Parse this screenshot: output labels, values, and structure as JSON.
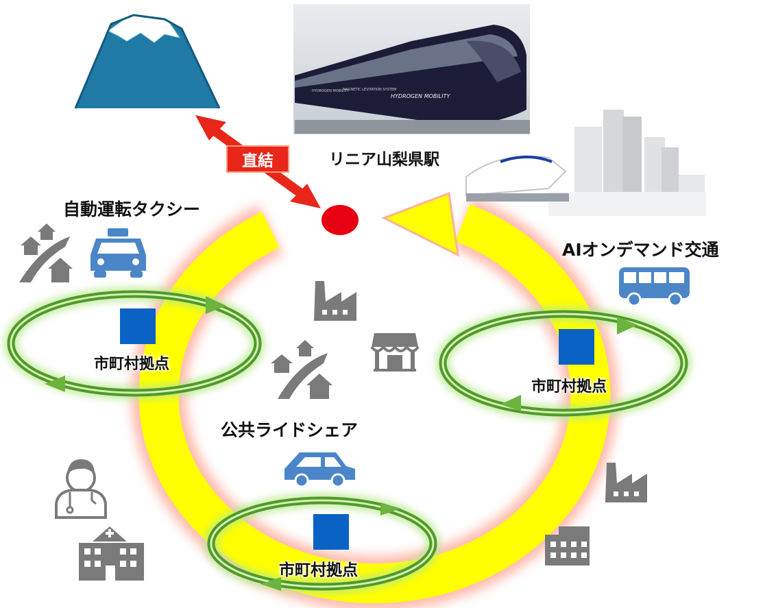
{
  "labels": {
    "station": "リニア山梨県駅",
    "direct": "直結",
    "taxi": "自動運転タクシー",
    "ai_demand": "AIオンデマンド交通",
    "rideshare": "公共ライドシェア",
    "hub_left": "市町村拠点",
    "hub_right": "市町村拠点",
    "hub_bottom": "市町村拠点"
  },
  "train_image_text": {
    "line1": "HYDROGEN MOBILITY",
    "line2": "MAGNETIC LEVITATION SYSTEM",
    "line3": "HYDROGEN MOBILITY"
  },
  "colors": {
    "loop_yellow": "#ffff00",
    "loop_glow": "#ff9e8a",
    "ring_green": "#6cb33f",
    "hub_blue": "#0a63c4",
    "station_red": "#e60012",
    "arrow_red": "#e8261a",
    "vehicle_blue": "#4a86c8",
    "icon_gray": "#7a7a7a",
    "mountain_blue": "#1f7aa6"
  }
}
